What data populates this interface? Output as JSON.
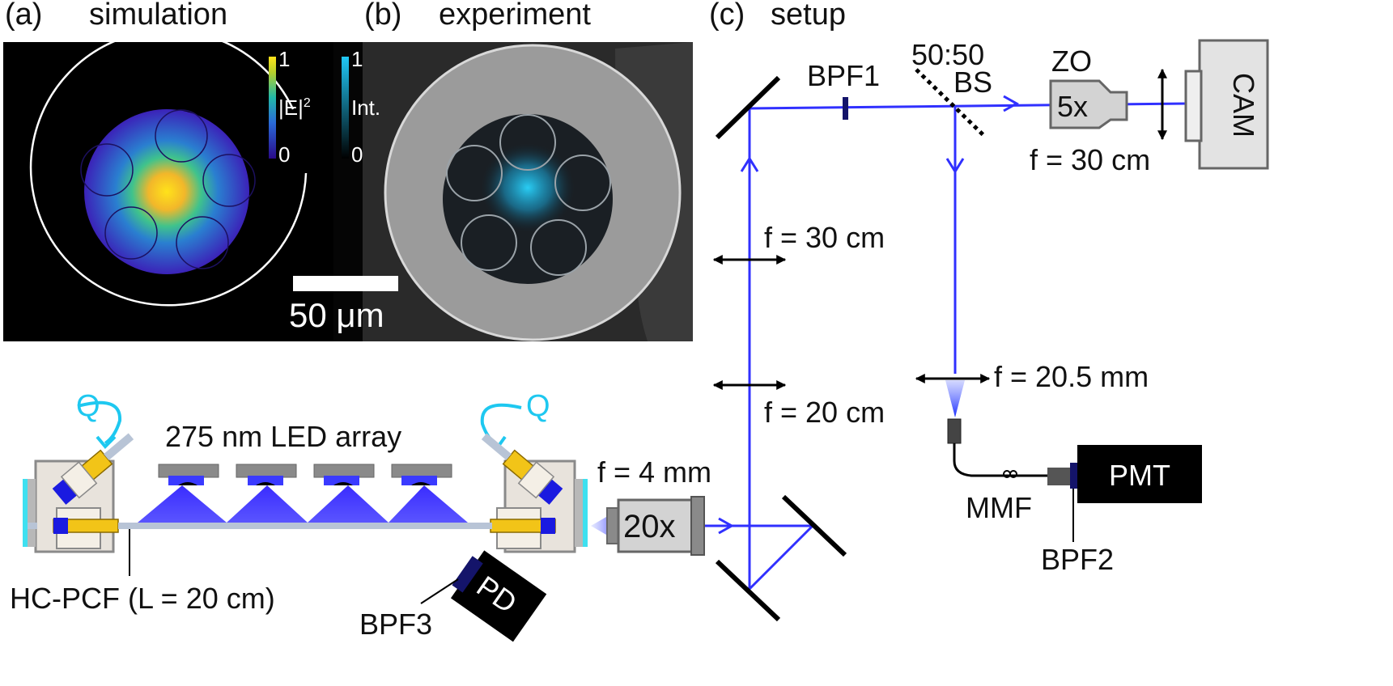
{
  "panels": {
    "a": {
      "letter": "(a)",
      "title": "simulation"
    },
    "b": {
      "letter": "(b)",
      "title": "experiment"
    },
    "c": {
      "letter": "(c)",
      "title": "setup"
    }
  },
  "colorbar_sim": {
    "max": "1",
    "min": "0",
    "label": "|E|",
    "sup": "2"
  },
  "colorbar_exp": {
    "max": "1",
    "min": "0",
    "label": "Int."
  },
  "scalebar": {
    "label": "50 μm"
  },
  "setup_c": {
    "bs_ratio": "50:50",
    "bs": "BS",
    "bpf1": "BPF1",
    "zo": "ZO",
    "objective_zo": "5x",
    "cam": "CAM",
    "lens_cam": "f = 30 cm",
    "lens_30": "f = 30 cm",
    "lens_20": "f = 20 cm",
    "lens_205": "f = 20.5 mm",
    "mmf": "MMF",
    "pmt": "PMT",
    "bpf2": "BPF2"
  },
  "setup_d": {
    "q_left": "Q",
    "q_right": "Q",
    "led": "275 nm LED array",
    "fiber": "HC-PCF (L = 20 cm)",
    "lens_4mm": "f = 4 mm",
    "objective_20x": "20x",
    "pd": "PD",
    "bpf3": "BPF3"
  },
  "colors": {
    "beam": "#3030ff",
    "led_blue": "#3a3aff",
    "cyan": "#1ec8f0",
    "yellow": "#f2c418"
  }
}
